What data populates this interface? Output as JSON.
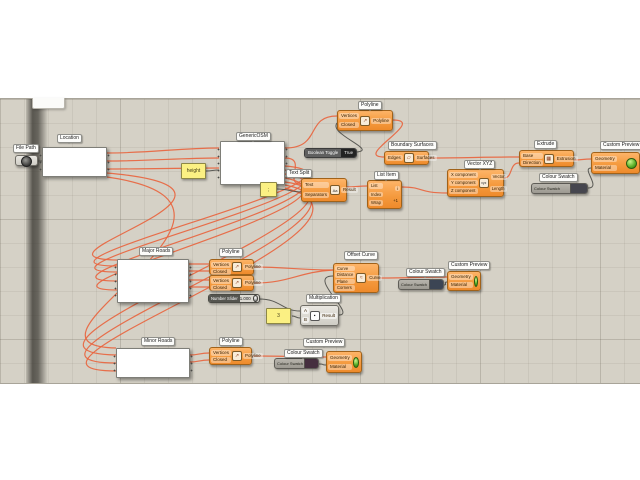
{
  "colors": {
    "wire_orange": "#e8653f",
    "wire_gray": "#4c4c48",
    "canvas": "#d5d1c6",
    "component_orange": "#f59b3f"
  },
  "nodes": {
    "file_path": {
      "tag": "File Path"
    },
    "location": {
      "tag": "Location"
    },
    "generic_osm": {
      "tag": "GenericOSM"
    },
    "height_panel": {
      "value": "height"
    },
    "boolean_toggle": {
      "label": "Boolean Toggle",
      "value": "True"
    },
    "polyline_top": {
      "tag": "Polyline",
      "inputs": [
        "Vertices",
        "Closed"
      ],
      "outputs": [
        "Polyline"
      ]
    },
    "boundary_surfaces": {
      "tag": "Boundary Surfaces",
      "inputs": [
        "Edges"
      ],
      "outputs": [
        "Surfaces"
      ]
    },
    "text_split": {
      "tag": "Text Split",
      "inputs": [
        "Text",
        "Separators"
      ],
      "outputs": [
        "Result"
      ]
    },
    "separator_panel": {
      "value": ";"
    },
    "list_item": {
      "tag": "List Item",
      "inputs": [
        "List",
        "Index",
        "Wrap"
      ],
      "outputs": [
        "i"
      ],
      "badge": "+1"
    },
    "vector_xyz": {
      "tag": "Vector XYZ",
      "inputs": [
        "X component",
        "Y component",
        "Z component"
      ],
      "outputs": [
        "Vector",
        "Length"
      ],
      "icon_text": "xyz"
    },
    "extrude": {
      "tag": "Extrude",
      "inputs": [
        "Base",
        "Direction"
      ],
      "outputs": [
        "Extrusion"
      ]
    },
    "custom_preview_top": {
      "tag": "Custom Preview",
      "inputs": [
        "Geometry",
        "Material"
      ]
    },
    "colour_swatch_top": {
      "tag": "Colour Swatch",
      "label": "Colour Swatch",
      "color": "#46464e"
    },
    "major_roads": {
      "tag": "Major Roads"
    },
    "polyline_major_1": {
      "inputs": [
        "Vertices",
        "Closed"
      ],
      "outputs": [
        "Polyline"
      ]
    },
    "polyline_major_2": {
      "tag": "Polyline",
      "inputs": [
        "Vertices",
        "Closed"
      ],
      "outputs": [
        "Polyline"
      ]
    },
    "number_slider": {
      "label": "Number Slider",
      "value": "1.000"
    },
    "offset_curve": {
      "tag": "Offset Curve",
      "inputs": [
        "Curve",
        "Distance",
        "Plane",
        "Corners"
      ],
      "outputs": [
        "Curve"
      ]
    },
    "multiplication": {
      "tag": "Multiplication",
      "inputs": [
        "A",
        "B"
      ],
      "outputs": [
        "Result"
      ]
    },
    "factor_panel": {
      "value": "3"
    },
    "colour_swatch_mid": {
      "tag": "Colour Swatch",
      "label": "Colour Swatch",
      "color": "#3c4554"
    },
    "custom_preview_mid": {
      "tag": "Custom Preview",
      "inputs": [
        "Geometry",
        "Material"
      ]
    },
    "minor_roads": {
      "tag": "Minor Roads"
    },
    "polyline_minor": {
      "tag": "Polyline",
      "inputs": [
        "Vertices",
        "Closed"
      ],
      "outputs": [
        "Polyline"
      ]
    },
    "colour_swatch_bottom": {
      "tag": "Colour Swatch",
      "label": "Colour Swatch",
      "color": "#452f3f"
    },
    "custom_preview_bottom": {
      "tag": "Custom Preview",
      "inputs": [
        "Geometry",
        "Material"
      ]
    }
  }
}
